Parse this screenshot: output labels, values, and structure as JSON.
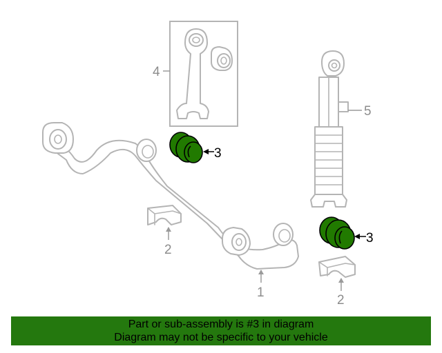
{
  "diagram": {
    "callouts": {
      "stabilizer_bar": "1",
      "bracket_left": "2",
      "bracket_right": "2",
      "bushing_upper": "3",
      "bushing_lower": "3",
      "link": "4",
      "shock": "5"
    },
    "colors": {
      "highlight": "#217a00",
      "line_art": "#b4b4b4",
      "banner": "#24780e"
    }
  },
  "banner": {
    "line1": "Part or sub-assembly is #3 in diagram",
    "line2": "Diagram may not be specific to your vehicle"
  }
}
